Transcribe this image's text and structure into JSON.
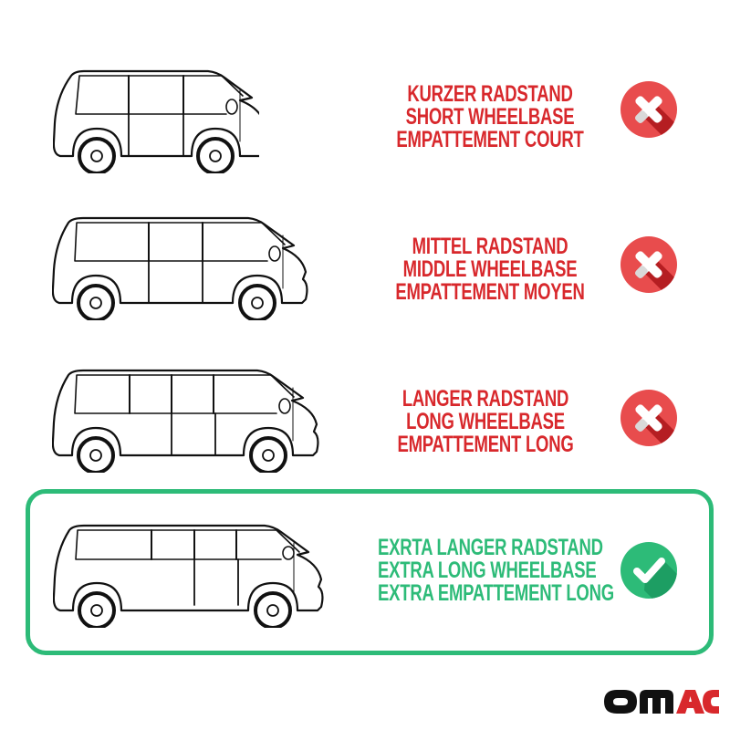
{
  "colors": {
    "incompatible_red": "#d8282c",
    "compatible_green": "#2dbb78",
    "icon_red": "#e84c4d",
    "icon_red_shadow": "#b51e22",
    "icon_green": "#2dbb78",
    "icon_green_shadow": "#1d9e63",
    "logo_black": "#111111",
    "logo_red": "#d8282c"
  },
  "rows": [
    {
      "status": "incompatible",
      "icon": "x-circle-icon",
      "lines": [
        "KURZER RADSTAND",
        "SHORT WHEELBASE",
        "EMPATTEMENT COURT"
      ]
    },
    {
      "status": "incompatible",
      "icon": "x-circle-icon",
      "lines": [
        "MITTEL RADSTAND",
        "MIDDLE WHEELBASE",
        "EMPATTEMENT MOYEN"
      ]
    },
    {
      "status": "incompatible",
      "icon": "x-circle-icon",
      "lines": [
        "LANGER RADSTAND",
        "LONG WHEELBASE",
        "EMPATTEMENT LONG"
      ]
    },
    {
      "status": "compatible",
      "icon": "check-circle-icon",
      "highlighted": true,
      "lines": [
        "EXRTA LANGER RADSTAND",
        "EXTRA LONG WHEELBASE",
        "EXTRA EMPATTEMENT LONG"
      ]
    }
  ],
  "logo": {
    "text_black": "OM",
    "text_red": "AC"
  }
}
